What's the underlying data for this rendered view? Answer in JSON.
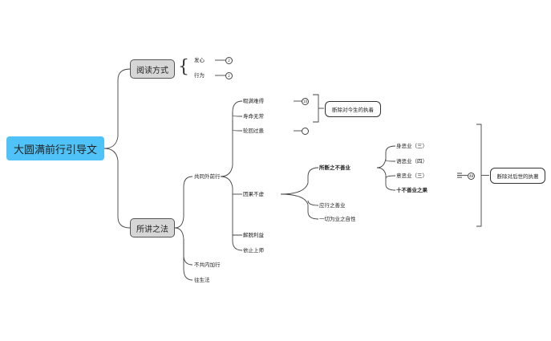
{
  "root": "大圆满前行引导文",
  "branches": {
    "reading": "阅读方式",
    "teaching": "所讲之法"
  },
  "reading_items": {
    "motivation": "发心",
    "conduct": "行为",
    "motivation_count": "2",
    "conduct_count": "2"
  },
  "common": {
    "label": "共同外前行",
    "freedoms": "暇满难得",
    "impermanence": "寿命无常",
    "samsara": "轮回过患",
    "karma": "因果不虚",
    "liberation": "解脱利益",
    "guru": "依止上师",
    "freedoms_count": "10",
    "samsara_count": "",
    "group1_note": "断除对今生的执着",
    "group2_note": "断除对后世的执著"
  },
  "karma": {
    "abandon": "所断之不善业",
    "body": "身恶业（三）",
    "speech": "语恶业（四）",
    "mind": "意恶业（三）",
    "ten": "十不善业之果",
    "count": "48",
    "virtue": "应行之善业",
    "all_depends": "一切为业之自性"
  },
  "uncommon": "不共内加行",
  "phowa": "往生法"
}
